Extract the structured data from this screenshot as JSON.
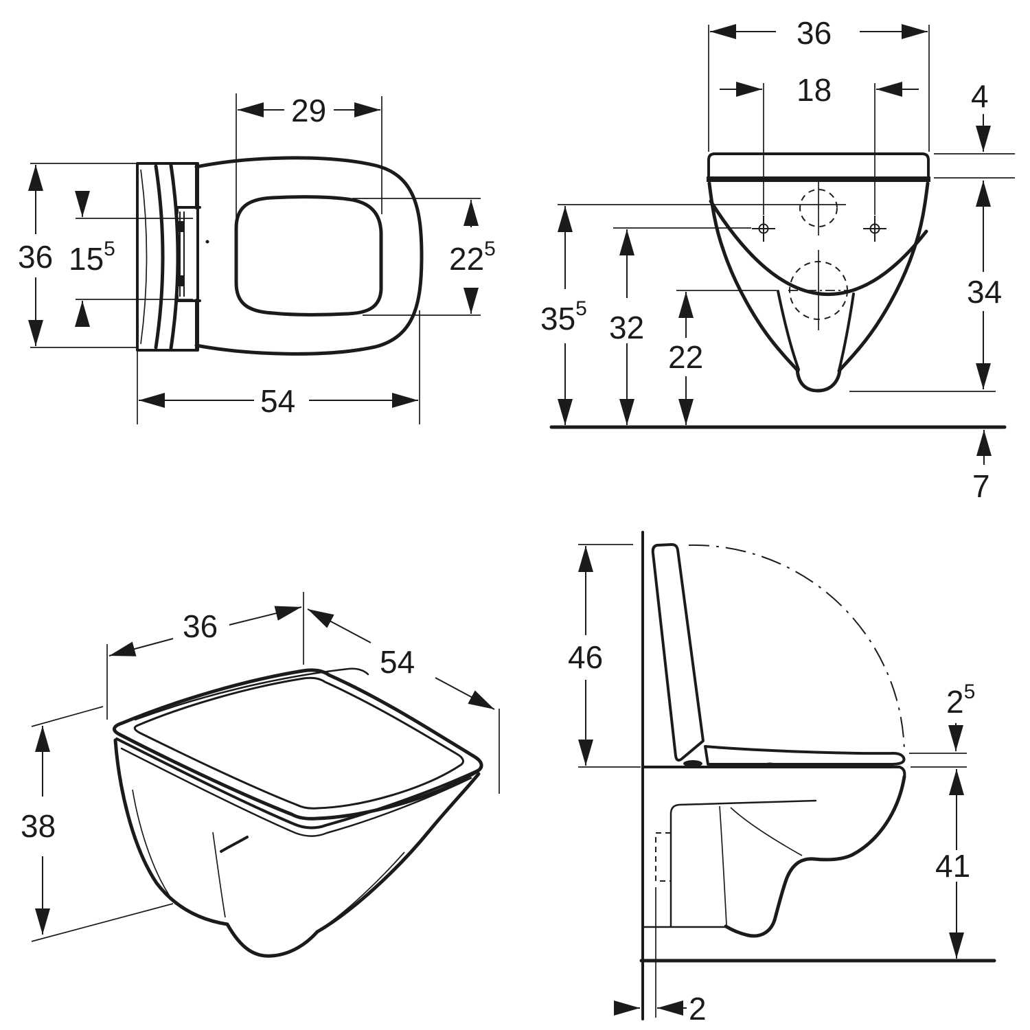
{
  "colors": {
    "ink": "#1b1b1b",
    "background": "#ffffff"
  },
  "drawing": {
    "subject": "wall-hung toilet with seat, four-view dimension drawing"
  },
  "views": {
    "top_view": {
      "dims": {
        "opening_width": {
          "value": "29",
          "sup": ""
        },
        "total_width": {
          "value": "36",
          "sup": ""
        },
        "hinge_span": {
          "value": "15",
          "sup": "5"
        },
        "opening_depth": {
          "value": "22",
          "sup": "5"
        },
        "total_depth": {
          "value": "54",
          "sup": ""
        }
      }
    },
    "front_view": {
      "dims": {
        "total_width": {
          "value": "36",
          "sup": ""
        },
        "fixing_hole_spacing": {
          "value": "18",
          "sup": ""
        },
        "seat_edge_thickness": {
          "value": "4",
          "sup": ""
        },
        "height_water_inlet": {
          "value": "35",
          "sup": "5"
        },
        "height_fixing_holes": {
          "value": "32",
          "sup": ""
        },
        "height_outlet": {
          "value": "22",
          "sup": ""
        },
        "bowl_height": {
          "value": "34",
          "sup": ""
        },
        "clearance_below_bowl": {
          "value": "7",
          "sup": ""
        }
      }
    },
    "isometric_view": {
      "dims": {
        "width": {
          "value": "36",
          "sup": ""
        },
        "depth": {
          "value": "54",
          "sup": ""
        },
        "height": {
          "value": "38",
          "sup": ""
        }
      }
    },
    "side_view": {
      "dims": {
        "open_lid_height": {
          "value": "46",
          "sup": ""
        },
        "seat_above_rim": {
          "value": "2",
          "sup": "5"
        },
        "rim_above_floor": {
          "value": "41",
          "sup": ""
        },
        "wall_clearance": {
          "value": "2",
          "sup": ""
        }
      }
    }
  }
}
